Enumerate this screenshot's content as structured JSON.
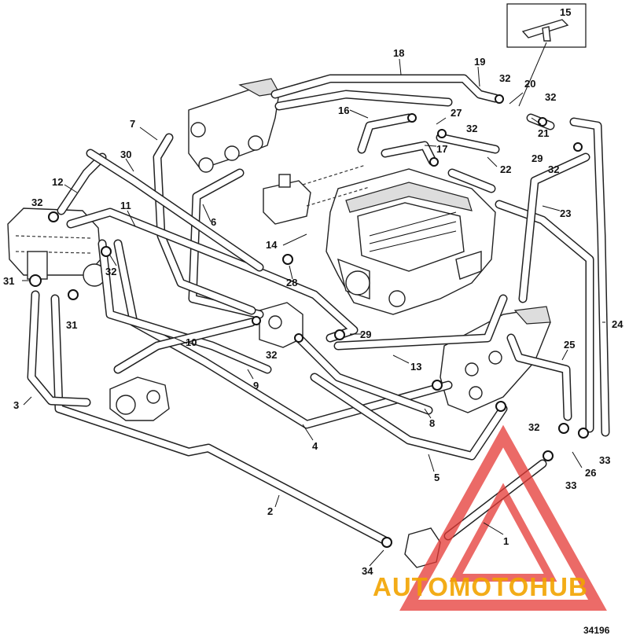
{
  "figure_number": "34196",
  "watermark": {
    "text": "AUTOMOTOHUB",
    "color": "#f2a400",
    "logo_color": "#e53935"
  },
  "callouts": [
    "1",
    "2",
    "3",
    "4",
    "5",
    "6",
    "7",
    "8",
    "9",
    "10",
    "11",
    "12",
    "13",
    "14",
    "15",
    "16",
    "17",
    "18",
    "19",
    "20",
    "21",
    "22",
    "23",
    "24",
    "25",
    "26",
    "27",
    "28",
    "29",
    "30",
    "31",
    "32",
    "33",
    "34"
  ]
}
